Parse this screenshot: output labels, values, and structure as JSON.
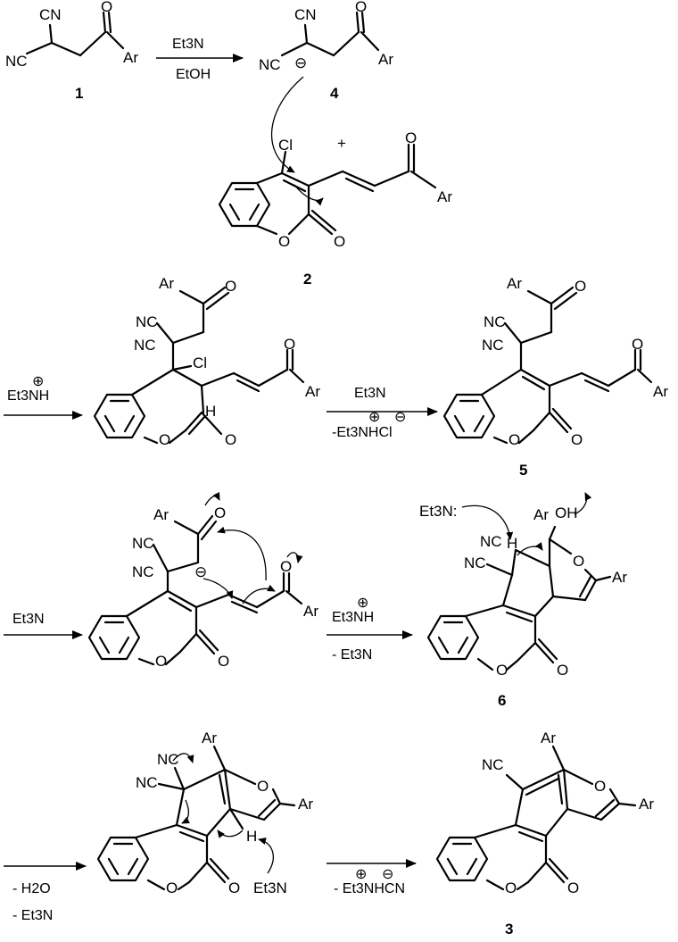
{
  "scheme": {
    "compounds": {
      "c1": "1",
      "c4": "4",
      "c2": "2",
      "c5": "5",
      "c6": "6",
      "c3": "3"
    },
    "atoms": {
      "cn": "CN",
      "nc": "NC",
      "ar": "Ar",
      "o": "O",
      "cl": "Cl",
      "h": "H",
      "oh": "OH",
      "plus": "+",
      "minus": "⊖",
      "plus_charge": "⊕"
    },
    "reagents": {
      "r1_top": "Et3N",
      "r1_bottom": "EtOH",
      "r2_top": "Et3NH",
      "r3_top": "Et3N",
      "r3_bottom": "-Et3NHCl",
      "r4_top": "Et3N",
      "r5_top": "Et3NH",
      "r5_bottom": "- Et3N",
      "r6_a": "- H2O",
      "r6_b": "- Et3N",
      "r7_bottom": "- Et3NHCN",
      "base_label": "Et3N",
      "base_label2": "Et3N:"
    }
  }
}
